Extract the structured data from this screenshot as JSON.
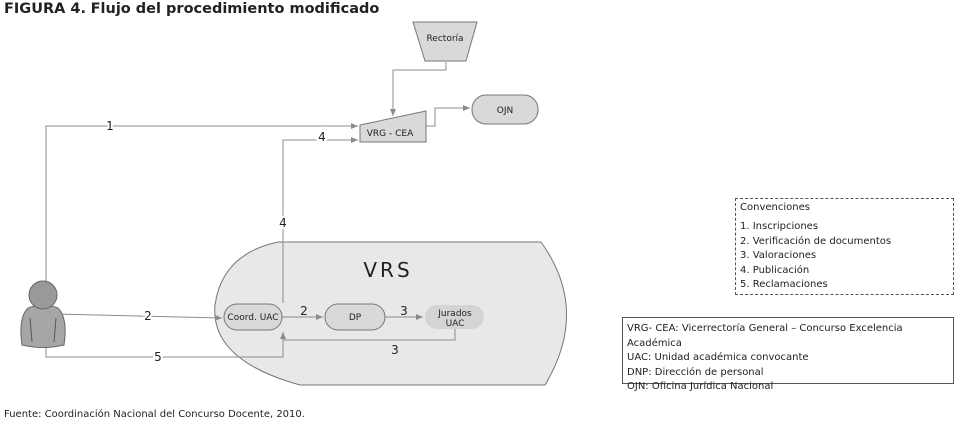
{
  "title": {
    "prefix": "FIGURA 4.",
    "text": "Flujo del procedimiento modificado"
  },
  "nodes": {
    "rectoria": "Rectoría",
    "vrg_cea": "VRG - CEA",
    "ojn": "OJN",
    "vrs": "VRS",
    "coord_uac": "Coord. UAC",
    "dp": "DP",
    "jurados_line1": "Jurados",
    "jurados_line2": "UAC"
  },
  "edge_labels": {
    "e1": "1",
    "e4a": "4",
    "e4b": "4",
    "e2a": "2",
    "e2b": "2",
    "e3a": "3",
    "e3b": "3",
    "e5": "5"
  },
  "conventions": {
    "title": "Convenciones",
    "items": [
      "1. Inscripciones",
      "2. Verificación de documentos",
      "3. Valoraciones",
      "4. Publicación",
      "5. Reclamaciones"
    ]
  },
  "abbreviations": [
    "VRG- CEA: Vicerrectoría General – Concurso Excelencia Académica",
    "UAC: Unidad académica convocante",
    "DNP: Dirección de personal",
    "OJN: Oficina Jurídica Nacional"
  ],
  "footer": "Fuente: Coordinación Nacional del Concurso Docente, 2010.",
  "colors": {
    "node_fill": "#d9d9d9",
    "line": "#8c8c8c",
    "person": "#a6a6a6"
  }
}
